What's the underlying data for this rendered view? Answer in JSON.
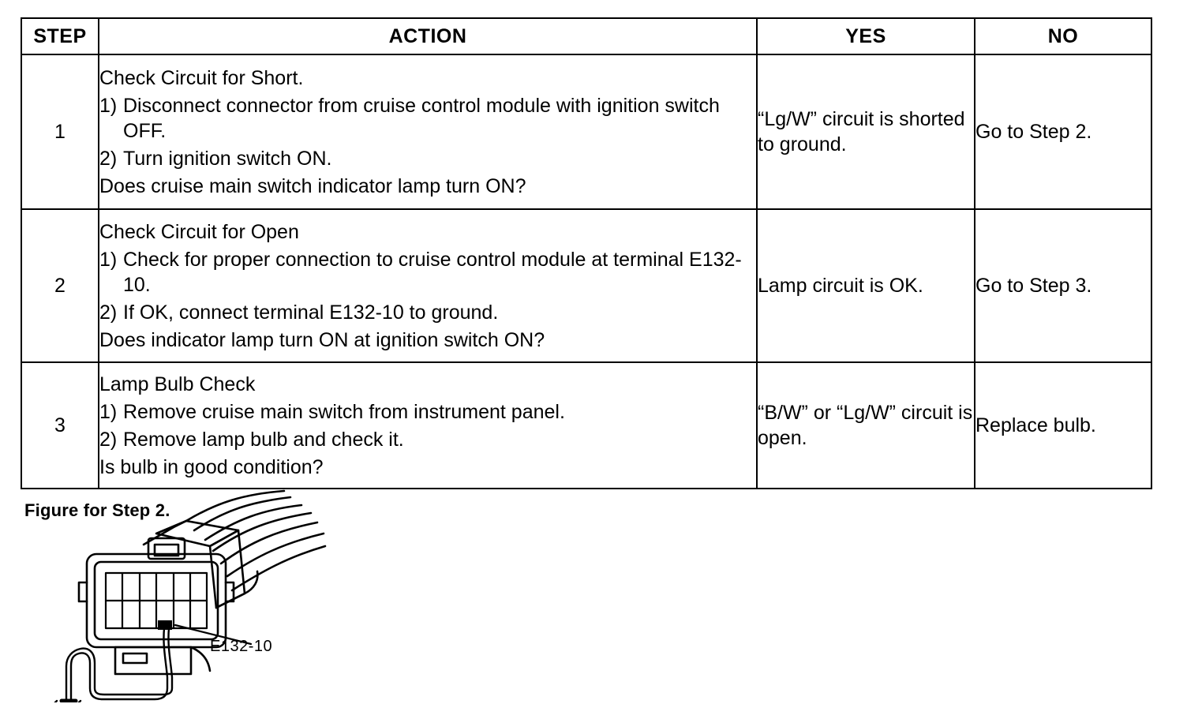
{
  "document": {
    "type": "service-manual-troubleshooting-chart",
    "ink_color": "#000000",
    "paper_color": "#ffffff"
  },
  "table": {
    "headers": {
      "step": "STEP",
      "action": "ACTION",
      "yes": "YES",
      "no": "NO"
    },
    "rows": [
      {
        "step": "1",
        "action": {
          "title": "Check Circuit for Short.",
          "substeps": [
            {
              "num": "1)",
              "text": "Disconnect connector from cruise control module with ignition switch OFF."
            },
            {
              "num": "2)",
              "text": "Turn ignition switch ON."
            }
          ],
          "question": "Does cruise main switch indicator lamp turn ON?"
        },
        "yes": "“Lg/W” circuit is shorted to ground.",
        "no": "Go to Step 2."
      },
      {
        "step": "2",
        "action": {
          "title": "Check Circuit for Open",
          "substeps": [
            {
              "num": "1)",
              "text": "Check for proper connection to cruise control module at terminal E132-10."
            },
            {
              "num": "2)",
              "text": "If OK, connect terminal E132-10 to ground."
            }
          ],
          "question": "Does indicator lamp turn ON at ignition switch ON?"
        },
        "yes": "Lamp circuit is OK.",
        "no": "Go to Step 3."
      },
      {
        "step": "3",
        "action": {
          "title": "Lamp Bulb Check",
          "substeps": [
            {
              "num": "1)",
              "text": "Remove cruise main switch from instrument panel."
            },
            {
              "num": "2)",
              "text": "Remove lamp bulb and check it."
            }
          ],
          "question": "Is bulb in good condition?"
        },
        "yes": "“B/W” or “Lg/W” circuit is open.",
        "no": "Replace bulb."
      }
    ]
  },
  "figure": {
    "caption": "Figure for Step 2.",
    "terminal_label": "E132-10",
    "connector": {
      "pin_rows": 2,
      "pin_columns": 6,
      "probed_pin_row": 2,
      "probed_pin_column": 4
    }
  }
}
